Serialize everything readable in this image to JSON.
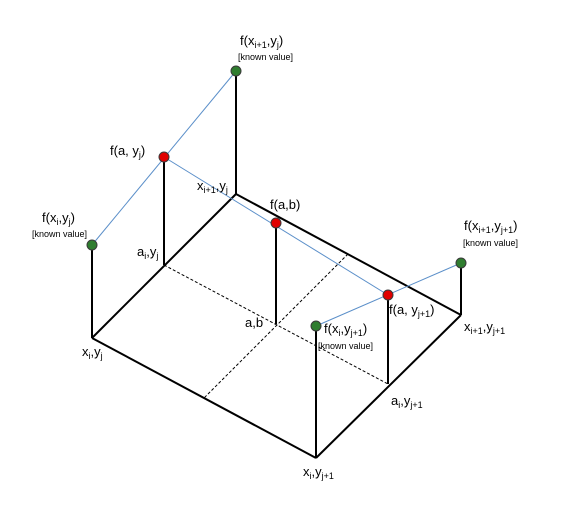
{
  "diagram": {
    "colors": {
      "edge": "#000000",
      "dashed": "#000000",
      "interp_line": "#5b8fc9",
      "known_point": "#2f7d2f",
      "computed_point": "#e00000",
      "point_stroke": "#3a3a3a"
    },
    "base_corners": {
      "xi_yj": {
        "base": "x",
        "sub": "i",
        "sep": ",",
        "base2": "y",
        "sub2": "j"
      },
      "xi1_yj": {
        "base": "x",
        "sub": "i+1",
        "sep": ",",
        "base2": "y",
        "sub2": "j"
      },
      "xi1_yj1": {
        "base": "x",
        "sub": "i+1",
        "sep": ",",
        "base2": "y",
        "sub2": "j+1"
      },
      "xi_yj1": {
        "base": "x",
        "sub": "i",
        "sep": ",",
        "base2": "y",
        "sub2": "j+1"
      }
    },
    "grid_points": {
      "ai_yj": {
        "base": "a",
        "sub": "i",
        "sep": ",",
        "base2": "y",
        "sub2": "j"
      },
      "ai_yj1": {
        "base": "a",
        "sub": "i",
        "sep": ",",
        "base2": "y",
        "sub2": "j+1"
      },
      "a_b": "a,b"
    },
    "known_values": {
      "f_xi_yj": {
        "prefix": "f(",
        "base": "x",
        "sub": "i",
        "sep": ",",
        "base2": "y",
        "sub2": "j",
        "suffix": ")",
        "note": "[known value]"
      },
      "f_xi1_yj": {
        "prefix": "f(",
        "base": "x",
        "sub": "i+1",
        "sep": ",",
        "base2": "y",
        "sub2": "j",
        "suffix": ")",
        "note": "[known value]"
      },
      "f_xi1_yj1": {
        "prefix": "f(",
        "base": "x",
        "sub": "i+1",
        "sep": ",",
        "base2": "y",
        "sub2": "j+1",
        "suffix": ")",
        "note": "[known value]"
      },
      "f_xi_yj1": {
        "prefix": "f(",
        "base": "x",
        "sub": "i",
        "sep": ",",
        "base2": "y",
        "sub2": "j+1",
        "suffix": ")",
        "note": "[known value]"
      }
    },
    "computed_values": {
      "f_a_yj": {
        "prefix": "f(a, ",
        "base": "y",
        "sub": "j",
        "suffix": ")"
      },
      "f_a_yj1": {
        "prefix": "f(a, ",
        "base": "y",
        "sub": "j+1",
        "suffix": ")"
      },
      "f_a_b": "f(a,b)"
    }
  }
}
